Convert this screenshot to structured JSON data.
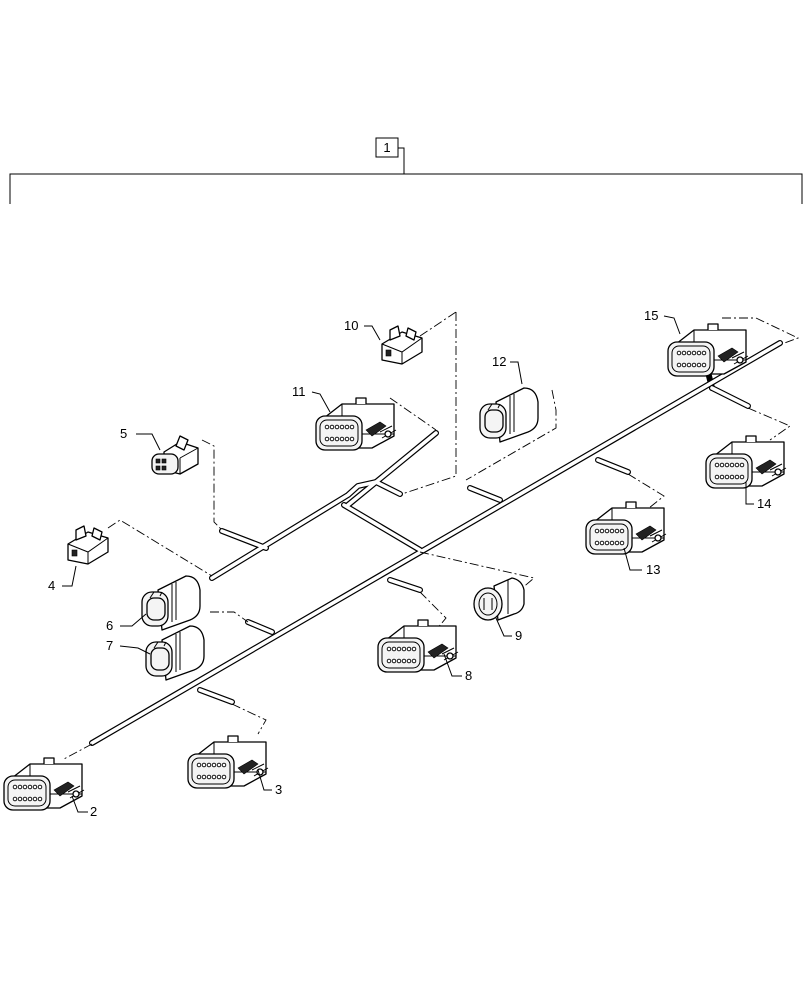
{
  "assembly": {
    "item_number": "1"
  },
  "callouts": [
    {
      "id": "c2",
      "label": "2",
      "part": "12-way-connector"
    },
    {
      "id": "c3",
      "label": "3",
      "part": "12-way-connector"
    },
    {
      "id": "c4",
      "label": "4",
      "part": "2-way-connector"
    },
    {
      "id": "c5",
      "label": "5",
      "part": "4-way-connector"
    },
    {
      "id": "c6",
      "label": "6",
      "part": "round-plug-connector"
    },
    {
      "id": "c7",
      "label": "7",
      "part": "round-plug-connector"
    },
    {
      "id": "c8",
      "label": "8",
      "part": "12-way-connector"
    },
    {
      "id": "c9",
      "label": "9",
      "part": "2-way-round-connector"
    },
    {
      "id": "c10",
      "label": "10",
      "part": "2-way-connector"
    },
    {
      "id": "c11",
      "label": "11",
      "part": "12-way-connector"
    },
    {
      "id": "c12",
      "label": "12",
      "part": "round-plug-connector"
    },
    {
      "id": "c13",
      "label": "13",
      "part": "12-way-connector"
    },
    {
      "id": "c14",
      "label": "14",
      "part": "12-way-connector"
    },
    {
      "id": "c15",
      "label": "15",
      "part": "12-way-connector"
    }
  ]
}
